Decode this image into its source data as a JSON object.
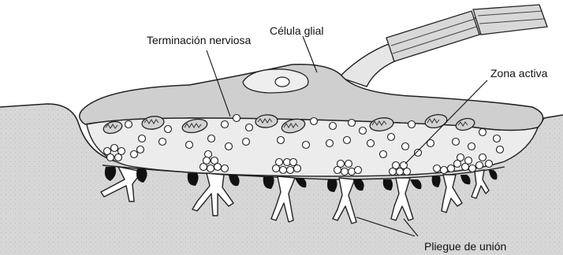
{
  "labels": {
    "nerve_terminal": "Terminación nerviosa",
    "glial_cell": "Célula glial",
    "active_zone": "Zona activa",
    "junctional_fold": "Pliegue de unión"
  }
}
